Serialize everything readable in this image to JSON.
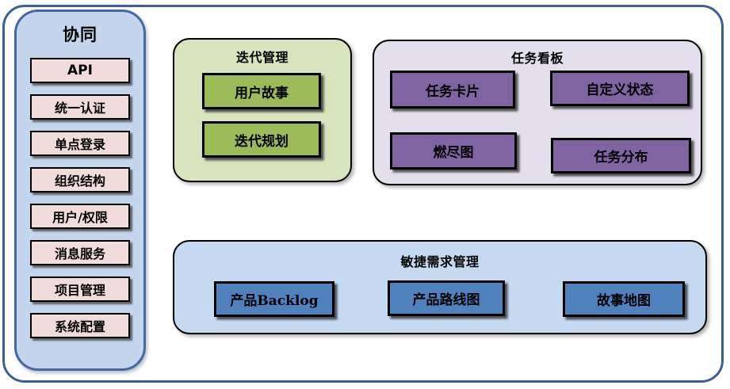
{
  "palette": {
    "outer_border": "#3a6197",
    "sidebar_bg": "#c4d6ee",
    "sidebar_border": "#44699d",
    "sidebar_item_bg": "#f2dcdb",
    "green_group_bg": "#d7e4bd",
    "green_item_bg": "#9bbb59",
    "purple_group_bg": "#e4dfec",
    "purple_item_bg": "#8064a2",
    "blue_group_bg": "#c5d9f1",
    "blue_item_bg": "#4f81bd",
    "node_border": "#000000"
  },
  "sidebar": {
    "title": "协同",
    "items": [
      "API",
      "统一认证",
      "单点登录",
      "组织结构",
      "用户/权限",
      "消息服务",
      "项目管理",
      "系统配置"
    ]
  },
  "groups": [
    {
      "title": "迭代管理",
      "items": [
        "用户故事",
        "迭代规划"
      ]
    },
    {
      "title": "任务看板",
      "items": [
        "任务卡片",
        "自定义状态",
        "燃尽图",
        "任务分布"
      ]
    },
    {
      "title": "敏捷需求管理",
      "items": [
        "产品Backlog",
        "产品路线图",
        "故事地图"
      ]
    }
  ]
}
